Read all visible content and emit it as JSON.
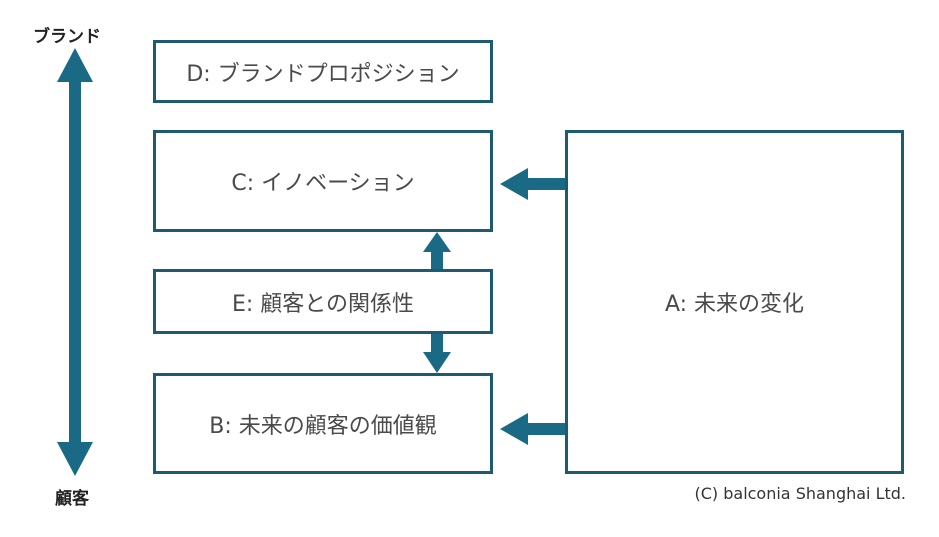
{
  "axis": {
    "top_label": "ブランド",
    "bottom_label": "顧客"
  },
  "boxes": {
    "d": "D: ブランドプロポジション",
    "c": "C: イノベーション",
    "e": "E: 顧客との関係性",
    "b": "B: 未来の顧客の価値観",
    "a": "A: 未来の変化"
  },
  "credit": "(C) balconia Shanghai Ltd.",
  "colors": {
    "arrow": "#1a6a86",
    "border": "#1e5a72"
  }
}
